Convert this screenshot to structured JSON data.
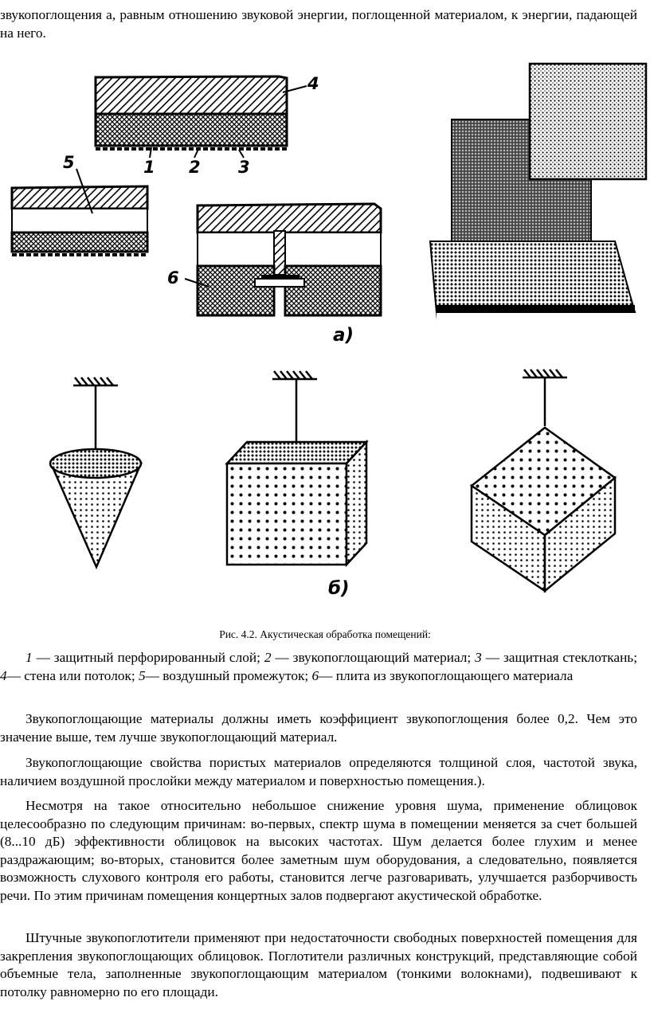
{
  "top_text": "звукопоглощения а, равным отношению звуковой энергии, поглощенной материалом, к энергии, падающей на него.",
  "figure": {
    "labels": {
      "n1": "1",
      "n2": "2",
      "n3": "3",
      "n4": "4",
      "n5": "5",
      "n6": "6"
    },
    "part_a": "а)",
    "part_b": "б)"
  },
  "caption": "Рис. 4.2. Акустическая обработка помещений:",
  "legend": {
    "n1": "1",
    "t1": " — защитный перфорированный слой; ",
    "n2": "2",
    "t2": " — звукопоглощающий материал; ",
    "n3": "3",
    "t3": " — защитная стеклоткань; ",
    "n4": "4",
    "t4": "— стена или потолок; ",
    "n5": "5",
    "t5": "— воздушный промежуток; ",
    "n6": "6",
    "t6": "— плита из звукопоглощающего материала"
  },
  "paragraphs": [
    "Звукопоглощающие материалы должны иметь коэффициент звукопоглощения более 0,2. Чем это значение выше, тем лучше звукопоглощающий материал.",
    "Звукопоглощающие свойства пористых материалов определяются толщиной слоя, частотой звука, наличием воздушной прослойки между материалом и поверхностью помещения.).",
    "Несмотря на такое относительно небольшое снижение уровня шума, применение облицовок целесообразно по следующим причинам: во-первых, спектр шума в помещении меняется за счет большей (8...10 дБ) эффективности облицовок на высоких частотах. Шум делается более глухим и менее раздражающим; во-вторых, становится более заметным шум оборудования, а следовательно, появляется возможность слухового контроля его работы, становится легче разговаривать, улучшается разборчивость речи. По этим причинам помещения концертных залов подвергают акустической обработке.",
    "Штучные звукопоглотители применяют при недостаточности свободных поверхностей помещения для закрепления звукопоглощающих облицовок. Поглотители различных конструкций, представляющие собой объемные тела, заполненные звукопоглощающим материалом (тонкими волокнами), подвешивают к потолку равномерно по его площади."
  ]
}
